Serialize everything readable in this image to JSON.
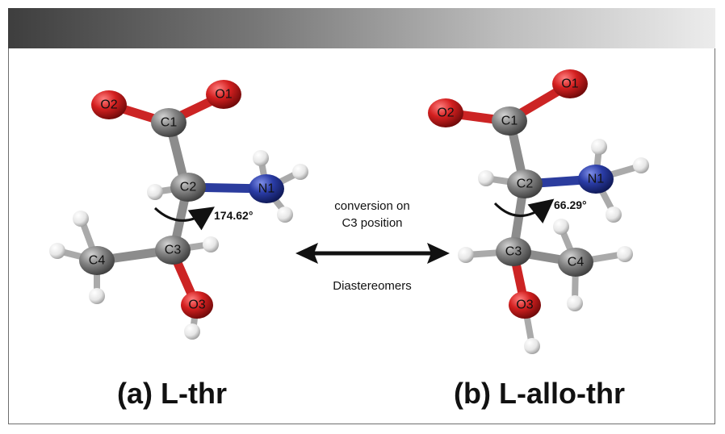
{
  "molecule_a": {
    "caption": "(a) L-thr",
    "angle": "174.62°",
    "atoms": {
      "O2": "O2",
      "O1": "O1",
      "C1": "C1",
      "C2": "C2",
      "N1": "N1",
      "C3": "C3",
      "C4": "C4",
      "O3": "O3"
    }
  },
  "molecule_b": {
    "caption": "(b) L-allo-thr",
    "angle": "66.29°",
    "atoms": {
      "O2": "O2",
      "O1": "O1",
      "C1": "C1",
      "C2": "C2",
      "N1": "N1",
      "C3": "C3",
      "C4": "C4",
      "O3": "O3"
    }
  },
  "relation": {
    "top_line1": "conversion on",
    "top_line2": "C3 position",
    "bottom": "Diastereomers"
  },
  "colors": {
    "oxygen": "#cc1f1f",
    "carbon": "#7c7c7c",
    "nitrogen": "#23359b",
    "hydrogen": "#f2f2f2",
    "bond": "#8c8c8c",
    "bond_o": "#c92222",
    "bond_n": "#2b3c9e"
  }
}
